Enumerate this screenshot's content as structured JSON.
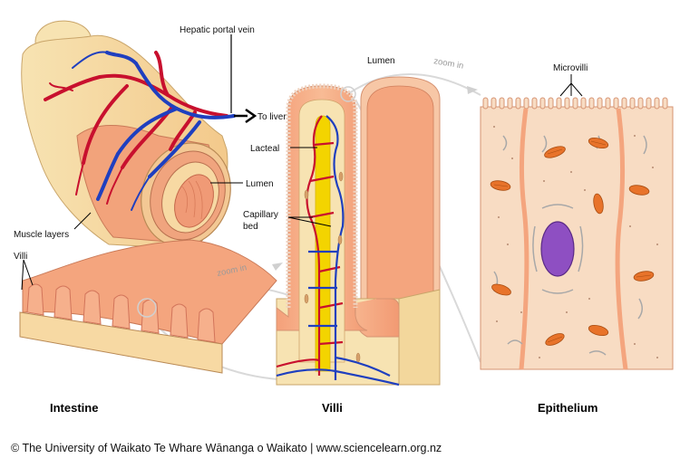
{
  "labels": {
    "hepatic_portal_vein": "Hepatic portal vein",
    "to_liver": "To liver",
    "lumen_intestine": "Lumen",
    "muscle_layers": "Muscle layers",
    "villi_small": "Villi",
    "zoom_in_1": "zoom in",
    "lumen_villi": "Lumen",
    "zoom_in_2": "zoom in",
    "lacteal": "Lacteal",
    "capillary_bed_1": "Capillary",
    "capillary_bed_2": "bed",
    "microvilli": "Microvilli"
  },
  "captions": {
    "intestine": "Intestine",
    "villi": "Villi",
    "epithelium": "Epithelium"
  },
  "credit": "© The University of Waikato Te Whare Wānanga o Waikato | www.sciencelearn.org.nz",
  "colors": {
    "artery": "#c8102e",
    "vein": "#1f3fbf",
    "tissue": "#f4a57e",
    "lining": "#f7d9a3",
    "lacteal": "#f3d400",
    "nucleus": "#8e4fc2",
    "mitochondria": "#e8732a"
  }
}
